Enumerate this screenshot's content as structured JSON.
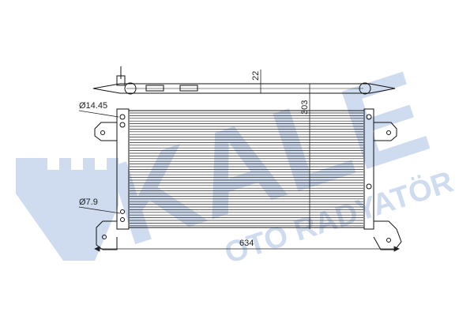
{
  "watermark": {
    "brand": "KALE",
    "subtitle": "OTO RADYATÖR",
    "color": "#cfdcf0"
  },
  "dimensions": {
    "top_bracket_offset": "22",
    "core_height": "303",
    "overall_width": "634",
    "upper_hole_diameter": "Ø14.45",
    "lower_hole_diameter": "Ø7.9"
  },
  "colors": {
    "line": "#111111",
    "fin": "#222222",
    "dimension": "#222222"
  }
}
